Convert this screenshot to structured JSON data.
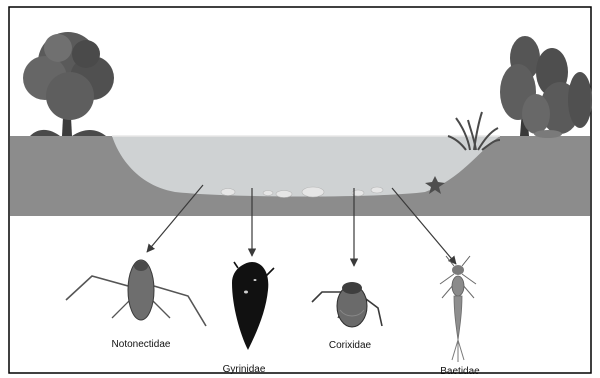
{
  "diagram": {
    "colors": {
      "frame": "#000000",
      "ground": "#8c8c8c",
      "water": "#cfd2d3",
      "pebble": "#e6e6e6",
      "arrow": "#3a3a3a",
      "foliage": "#5a5a5a",
      "insect": "#6e6e6e"
    },
    "taxa": [
      {
        "id": "notonectidae",
        "label": "Notonectidae"
      },
      {
        "id": "gyrinidae",
        "label": "Gyrinidae"
      },
      {
        "id": "corixidae",
        "label": "Corixidae"
      },
      {
        "id": "baetidae",
        "label": "Baetidae"
      }
    ]
  }
}
